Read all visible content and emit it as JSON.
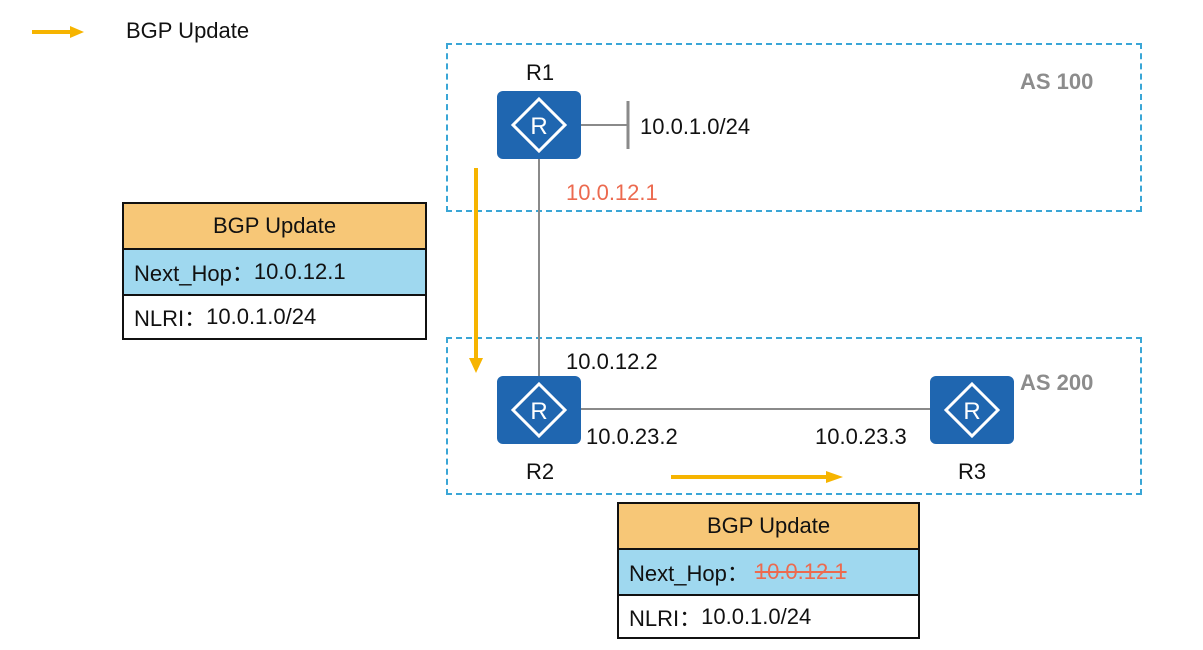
{
  "legend": {
    "label": "BGP Update",
    "color": "#f6b400"
  },
  "as_areas": [
    {
      "label": "AS 100"
    },
    {
      "label": "AS 200"
    }
  ],
  "routers": [
    {
      "name": "R1",
      "icon": "router-icon"
    },
    {
      "name": "R2",
      "icon": "router-icon"
    },
    {
      "name": "R3",
      "icon": "router-icon"
    }
  ],
  "network": {
    "prefix": "10.0.1.0/24"
  },
  "interfaces": {
    "r1_r2_r1": "10.0.12.1",
    "r1_r2_r2": "10.0.12.2",
    "r2_r3_r2": "10.0.23.2",
    "r2_r3_r3": "10.0.23.3"
  },
  "updates": [
    {
      "title": "BGP Update",
      "next_hop_label": "Next_Hop：",
      "next_hop": "10.0.12.1",
      "nlri_label": "NLRI：",
      "nlri": "10.0.1.0/24"
    },
    {
      "title": "BGP Update",
      "next_hop_label": "Next_Hop：",
      "next_hop": "10.0.12.1",
      "nlri_label": "NLRI：",
      "nlri": "10.0.1.0/24"
    }
  ],
  "colors": {
    "accent_arrow": "#f6b400",
    "as_border": "#3aa6d6",
    "router": "#1f66b0",
    "header_fill": "#f7c777",
    "hop_fill": "#9fd8ef",
    "highlight_text": "#ec6a4f"
  }
}
